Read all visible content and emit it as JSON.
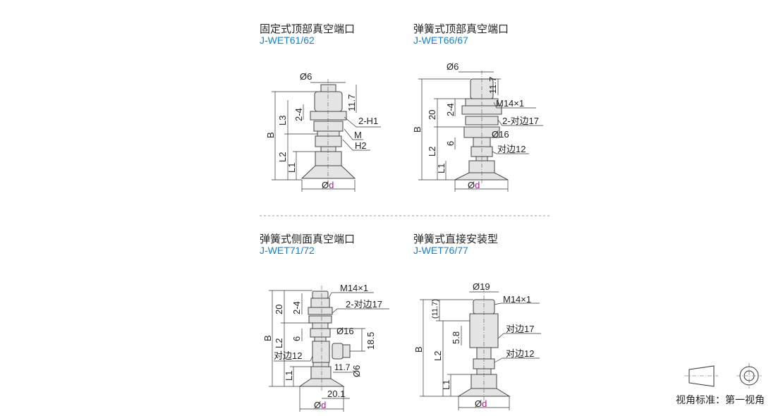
{
  "diagrams": [
    {
      "title": "固定式顶部真空端口",
      "code": "J-WET61/62",
      "labels": {
        "d6": "Ø6",
        "l117": "11.7",
        "l24": "2-4",
        "L3": "L3",
        "h1": "2-H1",
        "B": "B",
        "M": "M",
        "H2": "H2",
        "L2": "L2",
        "L1": "L1"
      }
    },
    {
      "title": "弹簧式顶部真空端口",
      "code": "J-WET66/67",
      "labels": {
        "d6": "Ø6",
        "l117": "11.7",
        "m14": "M14×1",
        "l20": "20",
        "l24": "2-4",
        "s17": "2-对边17",
        "B": "B",
        "d16": "Ø16",
        "l6": "6",
        "s12": "对边12",
        "L2": "L2",
        "L1": "L1"
      }
    },
    {
      "title": "弹簧式侧面真空端口",
      "code": "J-WET71/72",
      "labels": {
        "m14": "M14×1",
        "l20": "20",
        "l24": "2-4",
        "s17": "2-对边17",
        "B": "B",
        "d16": "Ø16",
        "l185": "18.5",
        "L2": "L2",
        "l6": "6",
        "s12": "对边12",
        "l117": "11.7",
        "d6": "Ø6",
        "L1": "L1",
        "l201": "20.1"
      }
    },
    {
      "title": "弹簧式直接安装型",
      "code": "J-WET76/77",
      "labels": {
        "d19": "Ø19",
        "m14": "M14×1",
        "l117": "(11.7)",
        "s17": "对边17",
        "l58": "5.8",
        "B": "B",
        "s12": "对边12",
        "L2": "L2",
        "L1": "L1"
      }
    }
  ],
  "od": {
    "phi": "Ø",
    "d": "d"
  },
  "legend": {
    "text": "视角标准：第一视角"
  },
  "colors": {
    "code": "#1a7fc1",
    "d": "#a0208f"
  }
}
